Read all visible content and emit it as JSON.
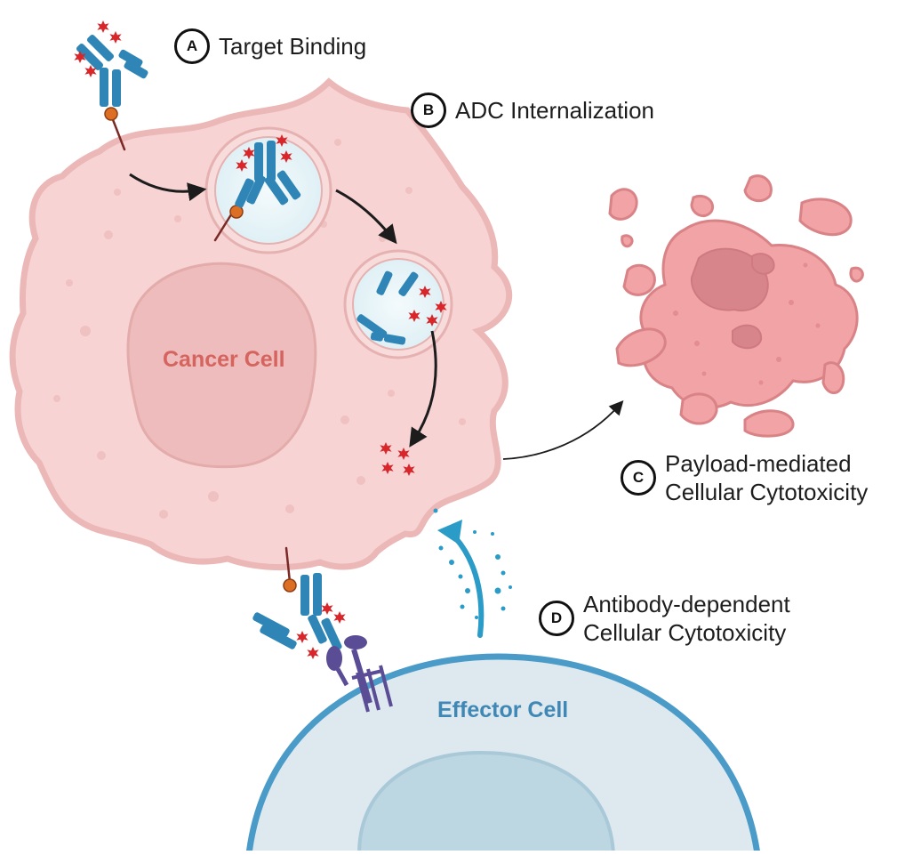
{
  "labels": {
    "cancer_cell": "Cancer Cell",
    "effector_cell": "Effector Cell"
  },
  "steps": [
    {
      "badge": "A",
      "lines": [
        "Target Binding"
      ]
    },
    {
      "badge": "B",
      "lines": [
        "ADC Internalization"
      ]
    },
    {
      "badge": "C",
      "lines": [
        "Payload-mediated",
        "Cellular Cytotoxicity"
      ]
    },
    {
      "badge": "D",
      "lines": [
        "Antibody-dependent",
        "Cellular Cytotoxicity"
      ]
    }
  ],
  "colors": {
    "cancer_cell_fill": "#f7d3d3",
    "cancer_cell_edge": "#e9b3b3",
    "nucleus_fill": "#eebcbc",
    "cancer_label": "#d5645f",
    "antibody": "#2f86b6",
    "payload": "#d8262a",
    "linker_node": "#dd6f25",
    "effector_fill": "#dde9ef",
    "effector_edge": "#4b9bc8",
    "effector_nucleus": "#bcd6e2",
    "effector_label": "#3f88b5",
    "receptor": "#5a4c95",
    "dead_cell_fill": "#f1a3a6",
    "dead_cell_edge": "#d98387",
    "dead_cell_core": "#d7848a",
    "arrow": "#1c1c1c",
    "adcc_arrow": "#2a9cc7"
  },
  "icons": {
    "antibody": "y-shaped-antibody-icon",
    "payload": "star-burst-payload-icon",
    "vesicle": "endosome-vesicle-icon",
    "receptor": "fc-receptor-icon"
  }
}
